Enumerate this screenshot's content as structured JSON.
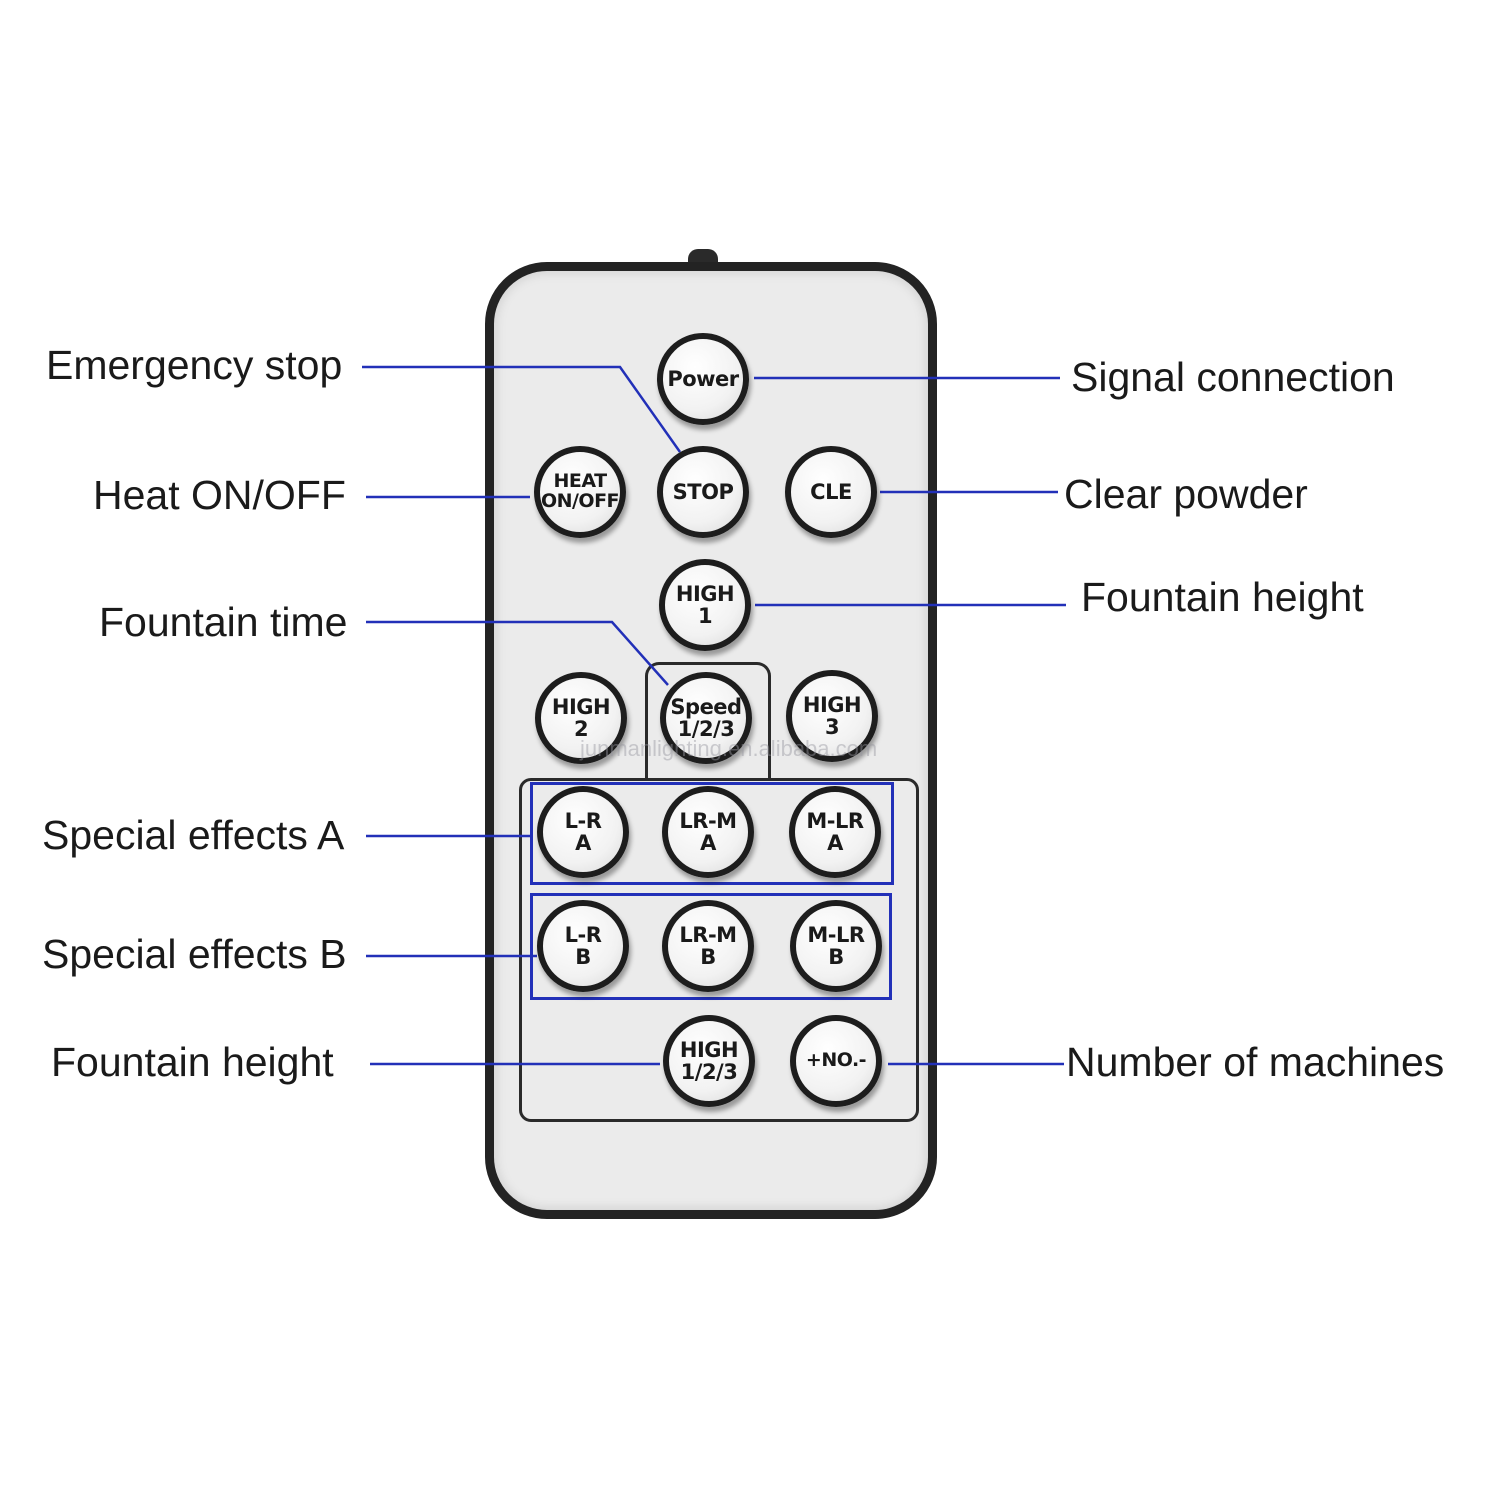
{
  "labels": {
    "emergency_stop": "Emergency stop",
    "heat_on_off": "Heat ON/OFF",
    "fountain_time": "Fountain time",
    "special_effects_a": "Special effects A",
    "special_effects_b": "Special effects B",
    "fountain_height_left": "Fountain height",
    "signal_connection": "Signal connection",
    "clear_powder": "Clear powder",
    "fountain_height_right": "Fountain height",
    "number_of_machines": "Number of machines"
  },
  "buttons": {
    "power": [
      "Power"
    ],
    "heat": [
      "HEAT",
      "ON/OFF"
    ],
    "stop": [
      "STOP"
    ],
    "cle": [
      "CLE"
    ],
    "high1": [
      "HIGH",
      "1"
    ],
    "high2": [
      "HIGH",
      "2"
    ],
    "speed": [
      "Speed",
      "1/2/3"
    ],
    "high3": [
      "HIGH",
      "3"
    ],
    "lr_a": [
      "L-R",
      "A"
    ],
    "lrm_a": [
      "LR-M",
      "A"
    ],
    "mlr_a": [
      "M-LR",
      "A"
    ],
    "lr_b": [
      "L-R",
      "B"
    ],
    "lrm_b": [
      "LR-M",
      "B"
    ],
    "mlr_b": [
      "M-LR",
      "B"
    ],
    "high123": [
      "HIGH",
      "1/2/3"
    ],
    "no": [
      "+NO.-"
    ]
  },
  "watermark": "junmanlighting.en.alibaba.com",
  "colors": {
    "leader_line": "#2230b8",
    "remote_body": "#ebebeb",
    "remote_border": "#232323"
  }
}
